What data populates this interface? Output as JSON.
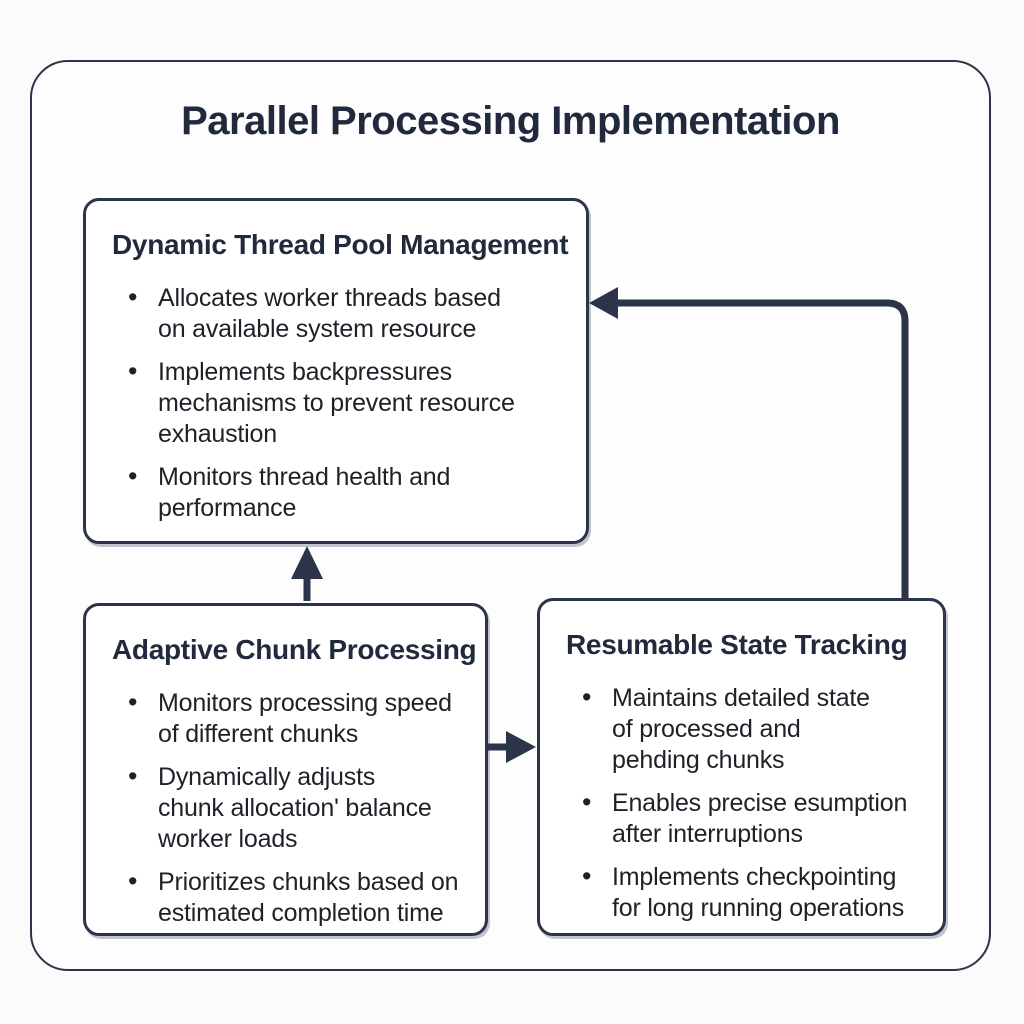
{
  "title": "Parallel Processing Implementation",
  "boxes": [
    {
      "id": "dynamic-thread-pool-management",
      "heading": "Dynamic Thread Pool Management",
      "bullets": [
        "Allocates worker threads based\non available system resource",
        "Implements backpressures\nmechanisms to prevent resource\nexhaustion",
        "Monitors thread health and\nperformance"
      ]
    },
    {
      "id": "adaptive-chunk-processing",
      "heading": "Adaptive Chunk Processing",
      "bullets": [
        "Monitors processing speed\nof different chunks",
        "Dynamically adjusts\nchunk allocation' balance\nworker loads",
        "Prioritizes chunks based on\nestimated completion time"
      ]
    },
    {
      "id": "resumable-state-tracking",
      "heading": "Resumable State Tracking",
      "bullets": [
        "Maintains detailed state\nof processed and\npehding chunks",
        "Enables precise esumption\nafter interruptions",
        "Implements checkpointing\nfor long running operations"
      ]
    }
  ],
  "arrows": [
    {
      "name": "adaptive-to-dynamic",
      "type": "straight-up"
    },
    {
      "name": "adaptive-to-resumable",
      "type": "straight-right"
    },
    {
      "name": "resumable-to-dynamic",
      "type": "elbow-up-left"
    }
  ],
  "colors": {
    "line": "#2b3449",
    "heading": "#212a3d",
    "body": "#1e2127",
    "box-bg": "#ffffff",
    "page-bg": "#fbfbfc"
  }
}
